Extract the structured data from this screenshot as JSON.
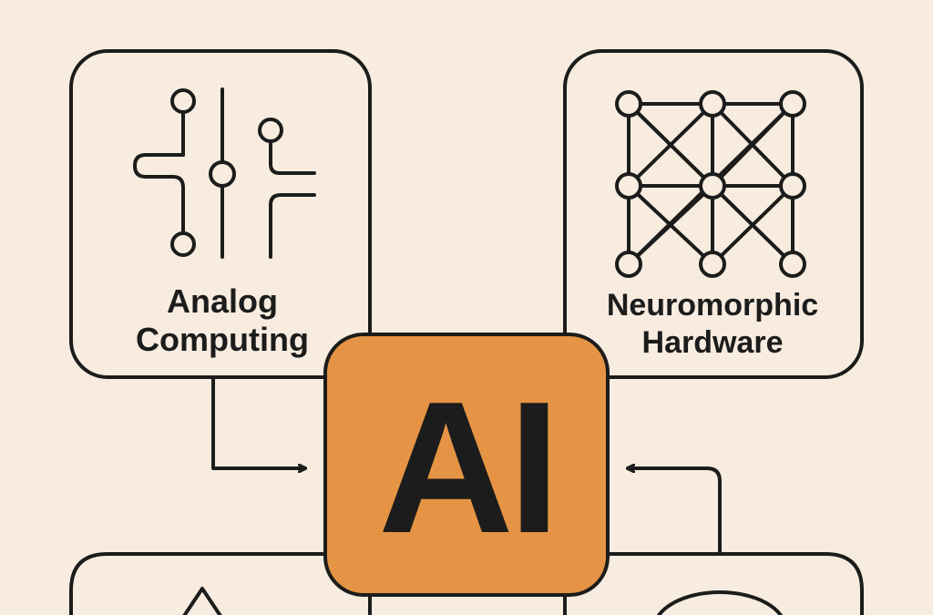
{
  "diagram": {
    "boxes": {
      "analog": {
        "line1": "Analog",
        "line2": "Computing",
        "icon": "analog-circuit-icon"
      },
      "neuro": {
        "line1": "Neuromorphic",
        "line2": "Hardware",
        "icon": "neural-network-icon"
      },
      "center": {
        "label": "AI"
      },
      "bottom_left": {
        "icon": "triangle-icon"
      },
      "bottom_right": {
        "icon": "circle-icon"
      }
    },
    "colors": {
      "background": "#f7ecdf",
      "accent": "#e49444",
      "stroke": "#1c1c1c"
    }
  }
}
